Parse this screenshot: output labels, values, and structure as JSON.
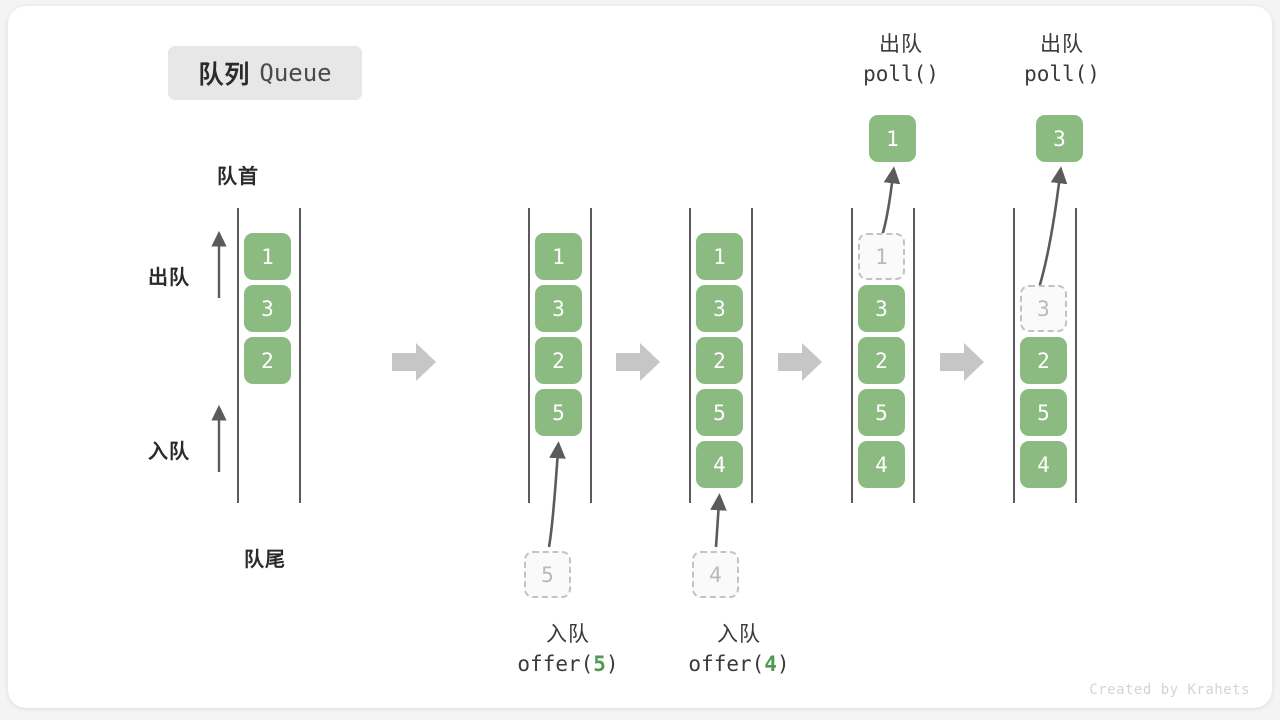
{
  "title": {
    "cn": "队列",
    "en": "Queue"
  },
  "labels": {
    "front": "队首",
    "rear": "队尾",
    "dequeue_side": "出队",
    "enqueue_side": "入队"
  },
  "footer": "Created by Krahets",
  "colors": {
    "element": "#8cbb82",
    "element_text": "#ffffff",
    "ghost_border": "#c2c2c2",
    "ghost_text": "#b9b9b9",
    "rail": "#5b5b5b",
    "arrow": "#5b5b5b",
    "step_arrow": "#c6c6c6",
    "badge_bg": "#e7e7e7",
    "accent_number": "#4f9a53"
  },
  "columns": [
    {
      "id": "initial",
      "cells": [
        {
          "value": "1",
          "state": "filled"
        },
        {
          "value": "3",
          "state": "filled"
        },
        {
          "value": "2",
          "state": "filled"
        }
      ]
    },
    {
      "id": "after-offer-5",
      "cells": [
        {
          "value": "1",
          "state": "filled"
        },
        {
          "value": "3",
          "state": "filled"
        },
        {
          "value": "2",
          "state": "filled"
        },
        {
          "value": "5",
          "state": "filled"
        }
      ],
      "incoming": {
        "value": "5",
        "state": "ghost"
      },
      "caption": {
        "cn": "入队",
        "code_prefix": "offer(",
        "code_num": "5",
        "code_suffix": ")"
      }
    },
    {
      "id": "after-offer-4",
      "cells": [
        {
          "value": "1",
          "state": "filled"
        },
        {
          "value": "3",
          "state": "filled"
        },
        {
          "value": "2",
          "state": "filled"
        },
        {
          "value": "5",
          "state": "filled"
        },
        {
          "value": "4",
          "state": "filled"
        }
      ],
      "incoming": {
        "value": "4",
        "state": "ghost"
      },
      "caption": {
        "cn": "入队",
        "code_prefix": "offer(",
        "code_num": "4",
        "code_suffix": ")"
      }
    },
    {
      "id": "after-poll-1",
      "cells": [
        {
          "value": "1",
          "state": "ghost"
        },
        {
          "value": "3",
          "state": "filled"
        },
        {
          "value": "2",
          "state": "filled"
        },
        {
          "value": "5",
          "state": "filled"
        },
        {
          "value": "4",
          "state": "filled"
        }
      ],
      "outgoing": {
        "value": "1",
        "state": "filled"
      },
      "caption": {
        "cn": "出队",
        "code": "poll()"
      }
    },
    {
      "id": "after-poll-3",
      "cells": [
        {
          "value": "3",
          "state": "ghost"
        },
        {
          "value": "2",
          "state": "filled"
        },
        {
          "value": "5",
          "state": "filled"
        },
        {
          "value": "4",
          "state": "filled"
        }
      ],
      "outgoing": {
        "value": "3",
        "state": "filled"
      },
      "caption": {
        "cn": "出队",
        "code": "poll()"
      }
    }
  ]
}
